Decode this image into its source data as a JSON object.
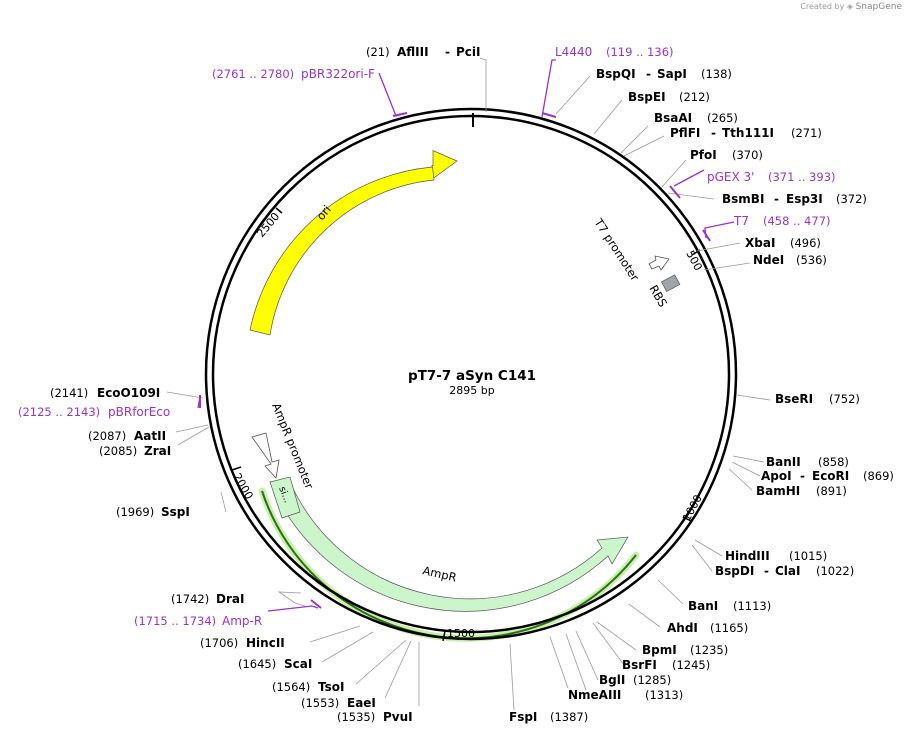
{
  "credit": {
    "prefix": "Created by",
    "brand": "SnapGene"
  },
  "plasmid": {
    "name": "pT7-7 aSyn C141",
    "length_label": "2895 bp",
    "length": 2895
  },
  "ticks": [
    {
      "label": "500",
      "pos": 500
    },
    {
      "label": "1000",
      "pos": 1000
    },
    {
      "label": "1500",
      "pos": 1500
    },
    {
      "label": "2000",
      "pos": 2000
    },
    {
      "label": "2500",
      "pos": 2500
    }
  ],
  "features": [
    {
      "label": "ori",
      "color": "#ffff00"
    },
    {
      "label": "AmpR",
      "color": "#ccf5cc"
    },
    {
      "label": "AmpR promoter",
      "color": "#ffffff"
    },
    {
      "label": "T7 promoter",
      "color": "#ffffff"
    },
    {
      "label": "RBS",
      "color": "#999999"
    },
    {
      "label": "sig",
      "display": "si...",
      "color": "#ccf5cc"
    }
  ],
  "enzymes": [
    {
      "pos_label": "(21)",
      "name": "AflIII",
      "name2": "PciI"
    },
    {
      "name": "BspQI",
      "name2": "SapI",
      "pos_label": "(138)"
    },
    {
      "name": "BspEI",
      "pos_label": "(212)"
    },
    {
      "name": "BsaAI",
      "pos_label": "(265)"
    },
    {
      "name": "PflFI",
      "name2": "Tth111I",
      "pos_label": "(271)"
    },
    {
      "name": "PfoI",
      "pos_label": "(370)"
    },
    {
      "name": "BsmBI",
      "name2": "Esp3I",
      "pos_label": "(372)"
    },
    {
      "name": "XbaI",
      "pos_label": "(496)"
    },
    {
      "name": "NdeI",
      "pos_label": "(536)"
    },
    {
      "name": "BseRI",
      "pos_label": "(752)"
    },
    {
      "name": "BanII",
      "pos_label": "(858)"
    },
    {
      "name": "ApoI",
      "name2": "EcoRI",
      "pos_label": "(869)"
    },
    {
      "name": "BamHI",
      "pos_label": "(891)"
    },
    {
      "name": "HindIII",
      "pos_label": "(1015)"
    },
    {
      "name": "BspDI",
      "name2": "ClaI",
      "pos_label": "(1022)"
    },
    {
      "name": "BanI",
      "pos_label": "(1113)"
    },
    {
      "name": "AhdI",
      "pos_label": "(1165)"
    },
    {
      "name": "BpmI",
      "pos_label": "(1235)"
    },
    {
      "name": "BsrFI",
      "pos_label": "(1245)"
    },
    {
      "name": "BglI",
      "pos_label": "(1285)"
    },
    {
      "name": "NmeAIII",
      "pos_label": "(1313)"
    },
    {
      "name": "FspI",
      "pos_label": "(1387)"
    },
    {
      "pos_label": "(1535)",
      "name": "PvuI"
    },
    {
      "pos_label": "(1553)",
      "name": "EaeI"
    },
    {
      "pos_label": "(1564)",
      "name": "TsoI"
    },
    {
      "pos_label": "(1645)",
      "name": "ScaI"
    },
    {
      "pos_label": "(1706)",
      "name": "HincII"
    },
    {
      "pos_label": "(1742)",
      "name": "DraI"
    },
    {
      "pos_label": "(1969)",
      "name": "SspI"
    },
    {
      "pos_label": "(2085)",
      "name": "ZraI"
    },
    {
      "pos_label": "(2087)",
      "name": "AatII"
    },
    {
      "pos_label": "(2141)",
      "name": "EcoO109I"
    }
  ],
  "primers": [
    {
      "name": "L4440",
      "range": "(119 .. 136)"
    },
    {
      "name": "pGEX 3'",
      "range": "(371 .. 393)"
    },
    {
      "name": "T7",
      "range": "(458 .. 477)"
    },
    {
      "name": "pBR322ori-F",
      "range": "(2761 .. 2780)"
    },
    {
      "name": "pBRforEco",
      "range": "(2125 .. 2143)"
    },
    {
      "name": "Amp-R",
      "range": "(1715 .. 1734)"
    }
  ]
}
